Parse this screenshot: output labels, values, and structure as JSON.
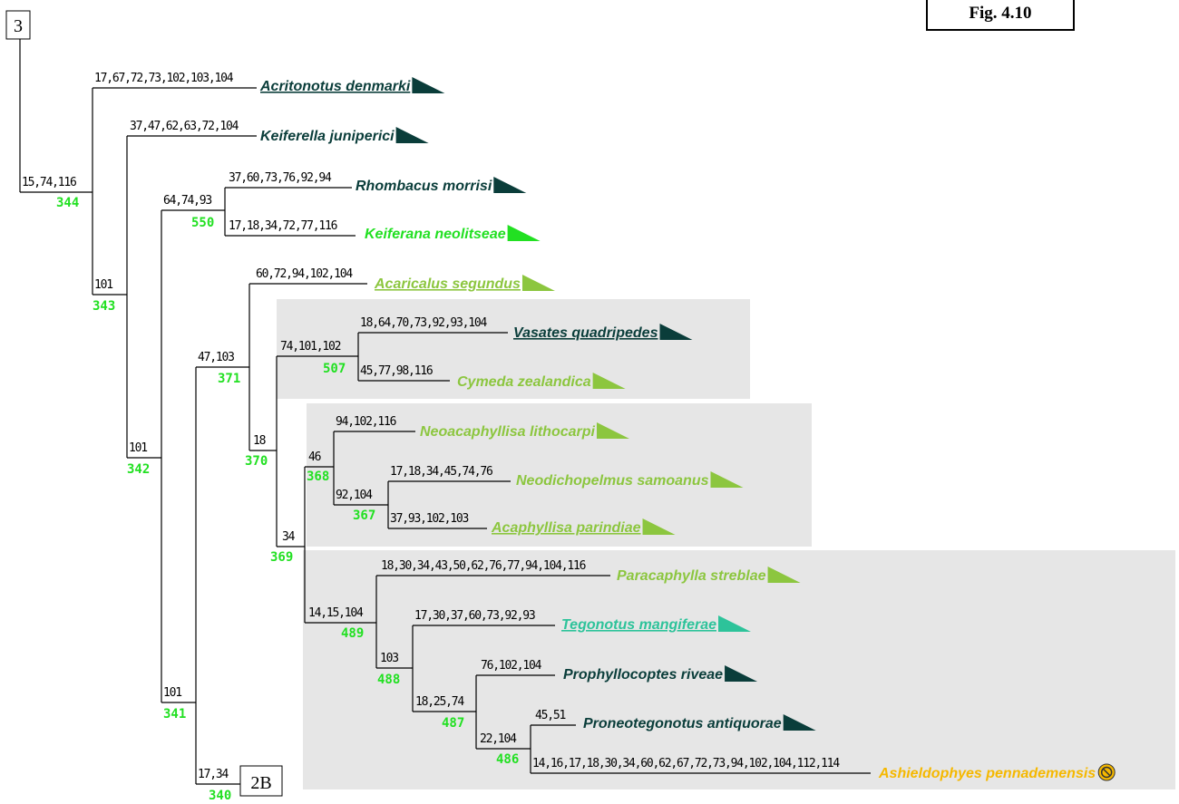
{
  "figure_label": "Fig. 4.10",
  "tree_label": "3",
  "outgroup_label": "2B",
  "colors": {
    "dark": "#0a3d3a",
    "bright_green": "#22e022",
    "light_green": "#8cc63f",
    "teal": "#2dc39a",
    "orange": "#f5b800",
    "node_number": "#22e022",
    "line": "#000000",
    "shade": "#e6e6e6"
  },
  "taxa": [
    {
      "name": "Acritonotus denmarki",
      "underlined": true,
      "color": "dark",
      "marker": "triangle"
    },
    {
      "name": "Keiferella juniperici",
      "underlined": false,
      "color": "dark",
      "marker": "triangle"
    },
    {
      "name": "Rhombacus morrisi",
      "underlined": false,
      "color": "dark",
      "marker": "triangle"
    },
    {
      "name": "Keiferana neolitseae",
      "underlined": false,
      "color": "bright_green",
      "marker": "triangle"
    },
    {
      "name": "Acaricalus segundus",
      "underlined": true,
      "color": "light_green",
      "marker": "triangle"
    },
    {
      "name": "Vasates quadripedes",
      "underlined": true,
      "color": "dark",
      "marker": "triangle"
    },
    {
      "name": "Cymeda zealandica",
      "underlined": false,
      "color": "light_green",
      "marker": "triangle"
    },
    {
      "name": "Neoacaphyllisa lithocarpi",
      "underlined": false,
      "color": "light_green",
      "marker": "triangle"
    },
    {
      "name": "Neodichopelmus samoanus",
      "underlined": false,
      "color": "light_green",
      "marker": "triangle"
    },
    {
      "name": "Acaphyllisa parindiae",
      "underlined": true,
      "color": "light_green",
      "marker": "triangle"
    },
    {
      "name": "Paracaphylla streblae",
      "underlined": false,
      "color": "light_green",
      "marker": "triangle"
    },
    {
      "name": "Tegonotus mangiferae",
      "underlined": true,
      "color": "teal",
      "marker": "triangle"
    },
    {
      "name": "Prophyllocoptes riveae",
      "underlined": false,
      "color": "dark",
      "marker": "triangle"
    },
    {
      "name": "Proneotegonotus antiquorae",
      "underlined": false,
      "color": "dark",
      "marker": "triangle"
    },
    {
      "name": "Ashieldophyes pennademensis",
      "underlined": false,
      "color": "orange",
      "marker": "no-symbol"
    }
  ],
  "characters": {
    "acritonotus": "17,67,72,73,102,103,104",
    "keiferella": "37,47,62,63,72,104",
    "rhombacus": "37,60,73,76,92,94",
    "keiferana": "17,18,34,72,77,116",
    "acaricalus": "60,72,94,102,104",
    "vasates": "18,64,70,73,92,93,104",
    "cymeda": "45,77,98,116",
    "neoacaphyllisa": "94,102,116",
    "neodichopelmus": "17,18,34,45,74,76",
    "acaphyllisa": "37,93,102,103",
    "paracaphylla": "18,30,34,43,50,62,76,77,94,104,116",
    "tegonotus": "17,30,37,60,73,92,93",
    "prophyllocoptes": "76,102,104",
    "proneotegonotus": "45,51",
    "ashieldophyes": "14,16,17,18,30,34,60,62,67,72,73,94,102,104,112,114",
    "n344": "15,74,116",
    "n343": "101",
    "n342": "101",
    "n550": "64,74,93",
    "n371": "47,103",
    "n370": "18",
    "n507": "74,101,102",
    "n369": "34",
    "n368": "46",
    "n367": "92,104",
    "n489": "14,15,104",
    "n488": "103",
    "n487": "18,25,74",
    "n486": "22,104",
    "n341": "101",
    "n340": "17,34"
  },
  "node_numbers": {
    "n344": "344",
    "n343": "343",
    "n342": "342",
    "n550": "550",
    "n371": "371",
    "n370": "370",
    "n507": "507",
    "n369": "369",
    "n368": "368",
    "n367": "367",
    "n489": "489",
    "n488": "488",
    "n487": "487",
    "n486": "486",
    "n341": "341",
    "n340": "340"
  }
}
